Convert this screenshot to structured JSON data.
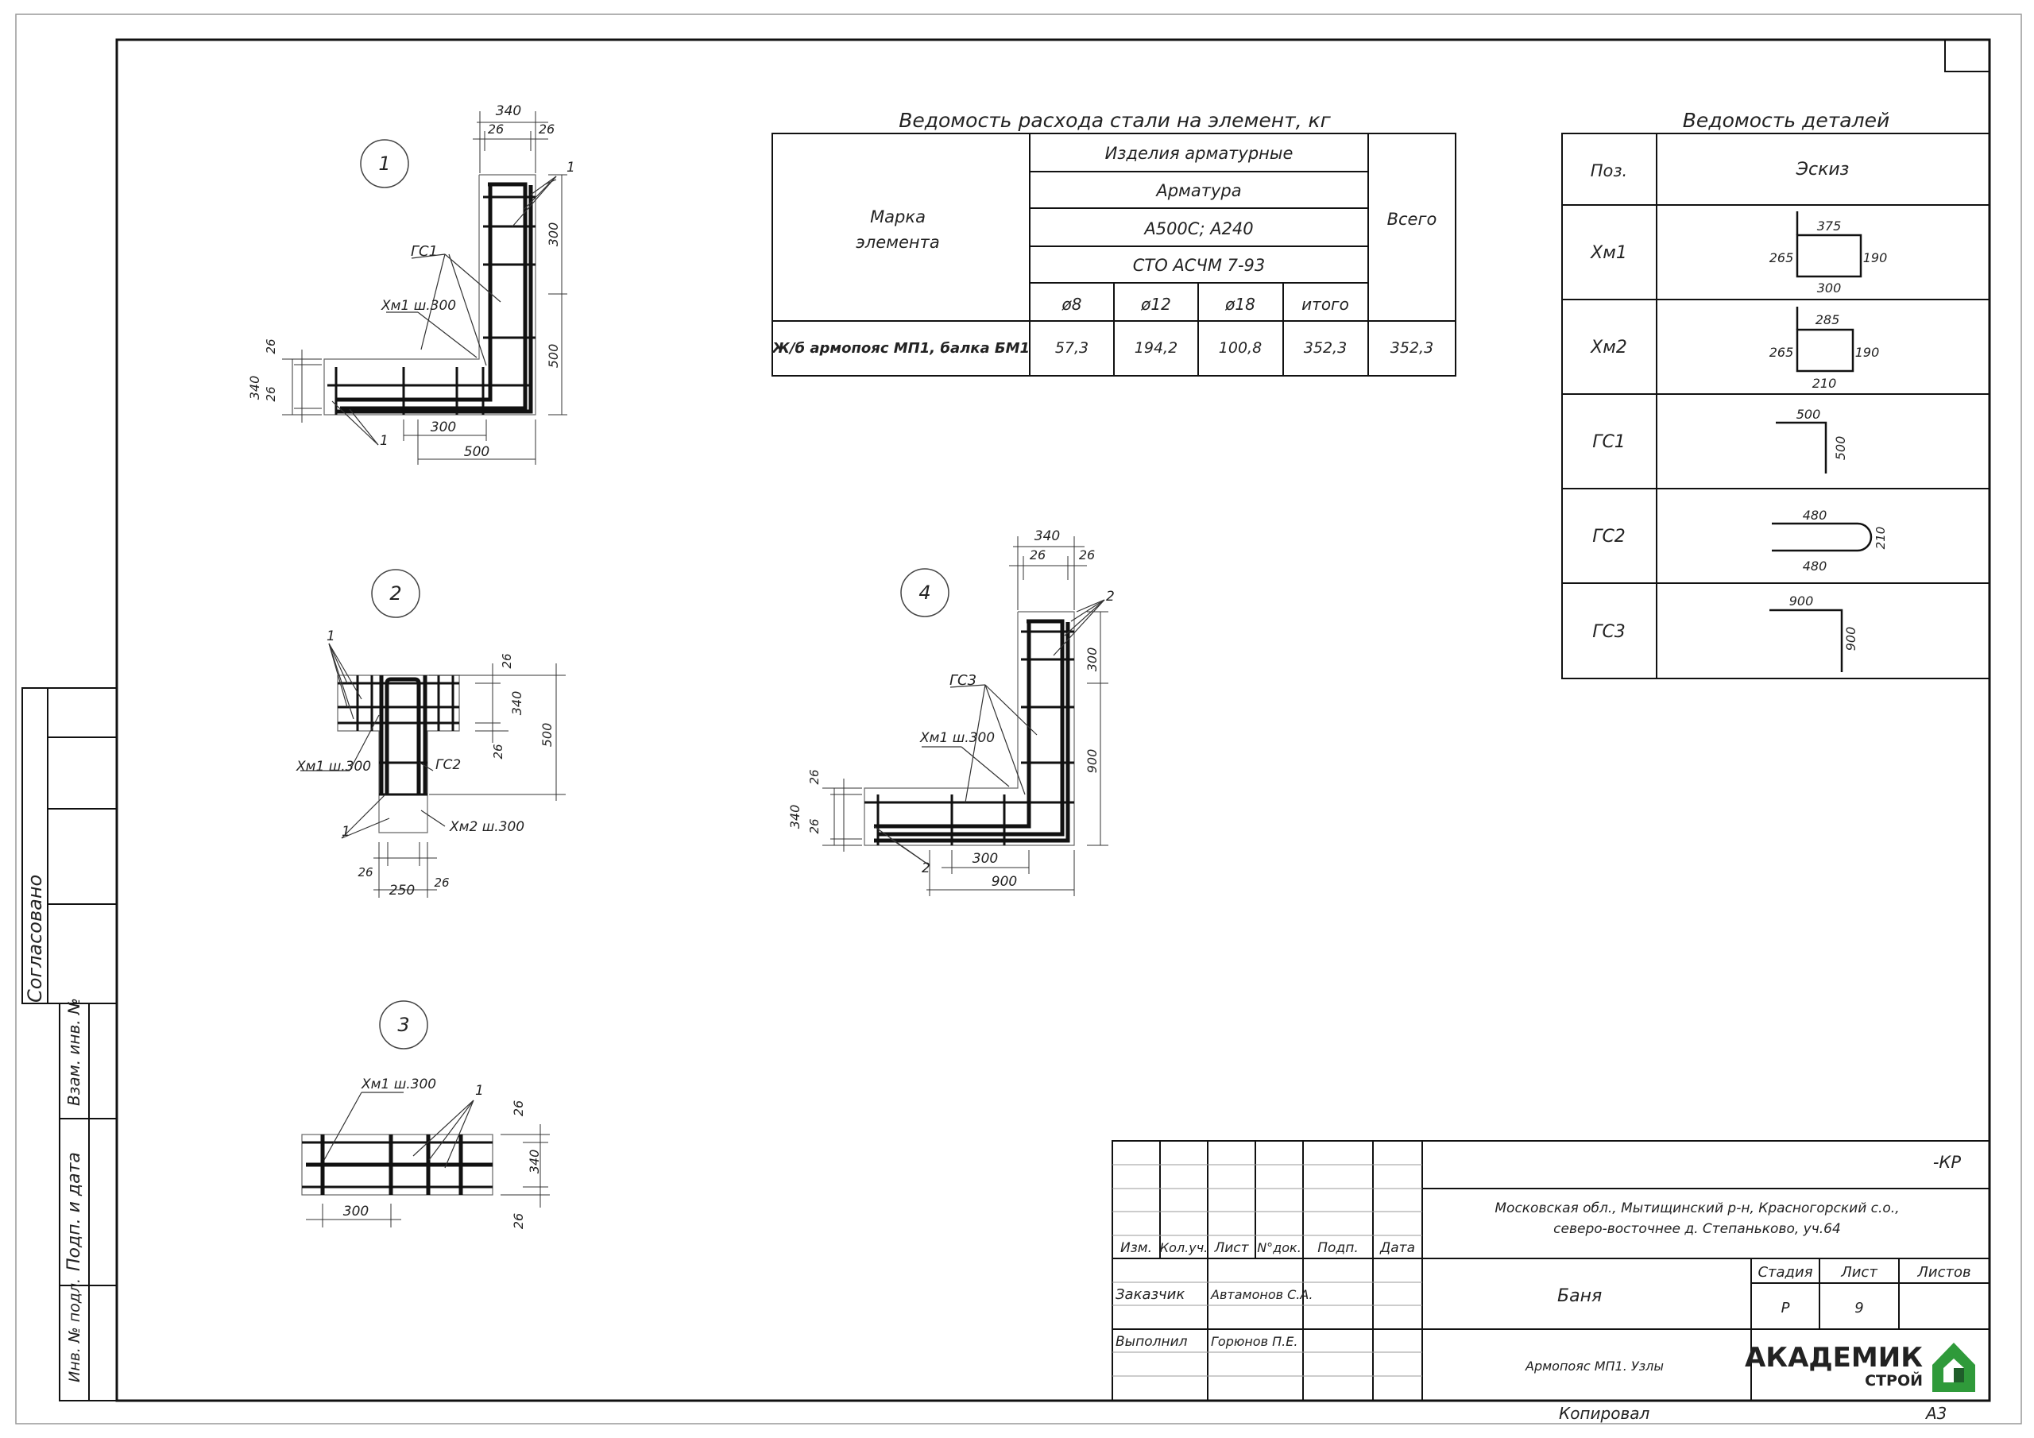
{
  "sheet": {
    "side_stamp": {
      "agreed": "Согласовано",
      "replace_inv": "Взам. инв. №",
      "sign_date": "Подп. и дата",
      "inv_orig": "Инв. № подл."
    },
    "copied": "Копировал",
    "format": "А3"
  },
  "steel_table": {
    "title": "Ведомость расхода стали на элемент, кг",
    "col_mark": "Марка\nэлемента",
    "mark_line1": "Марка",
    "mark_line2": "элемента",
    "group": "Изделия арматурные",
    "sub1": "Арматура",
    "sub2": "А500С; А240",
    "sub3": "СТО АСЧМ 7-93",
    "col_total": "Всего",
    "dia": [
      "ø8",
      "ø12",
      "ø18",
      "итого"
    ],
    "row": {
      "name": "Ж/б армопояс МП1, балка БМ1",
      "values": [
        "57,3",
        "194,2",
        "100,8",
        "352,3"
      ],
      "total": "352,3"
    }
  },
  "details_table": {
    "title": "Ведомость деталей",
    "col_pos": "Поз.",
    "col_sketch": "Эскиз",
    "rows": [
      {
        "pos": "Хм1",
        "top": "375",
        "left": "265",
        "right": "190",
        "bottom": "300"
      },
      {
        "pos": "Хм2",
        "top": "285",
        "left": "265",
        "right": "190",
        "bottom": "210"
      },
      {
        "pos": "ГС1",
        "h": "500",
        "v": "500"
      },
      {
        "pos": "ГС2",
        "top": "480",
        "right": "210",
        "bottom": "480"
      },
      {
        "pos": "ГС3",
        "h": "900",
        "v": "900"
      }
    ]
  },
  "nodes": {
    "n1": {
      "num": "1",
      "d340": "340",
      "d26a": "26",
      "d26b": "26",
      "d300v": "300",
      "d500v": "500",
      "d340v": "340",
      "d26c": "26",
      "d26d": "26",
      "d300h": "300",
      "d500h": "500",
      "gs": "ГС1",
      "xm": "Хм1 ш.300",
      "p1a": "1",
      "p1b": "1"
    },
    "n2": {
      "num": "2",
      "d26a": "26",
      "d340": "340",
      "d26b": "26",
      "d500": "500",
      "d26c": "26",
      "d250": "250",
      "d26d": "26",
      "p1a": "1",
      "p1b": "1",
      "xm1": "Хм1 ш.300",
      "gs2": "ГС2",
      "xm2": "Хм2 ш.300"
    },
    "n3": {
      "num": "3",
      "xm": "Хм1 ш.300",
      "p1": "1",
      "d26a": "26",
      "d340": "340",
      "d26b": "26",
      "d300": "300"
    },
    "n4": {
      "num": "4",
      "d340": "340",
      "d26a": "26",
      "d26b": "26",
      "d300v": "300",
      "d900v": "900",
      "d26c": "26",
      "d340v": "340",
      "d26d": "26",
      "d300h": "300",
      "d900h": "900",
      "gs": "ГС3",
      "xm": "Хм1 ш.300",
      "p2a": "2",
      "p2b": "2"
    }
  },
  "title_block": {
    "code": "-КР",
    "address_line1": "Московская обл., Мытищинский р-н, Красногорский с.о.,",
    "address_line2": "северо-восточнее д. Степаньково, уч.64",
    "head": [
      "Изм.",
      "Кол.уч.",
      "Лист",
      "N°док.",
      "Подп.",
      "Дата"
    ],
    "customer_label": "Заказчик",
    "customer_name": "Автамонов С.А.",
    "performer_label": "Выполнил",
    "performer_name": "Горюнов П.Е.",
    "object": "Баня",
    "stage_label": "Стадия",
    "sheet_label": "Лист",
    "sheets_label": "Листов",
    "stage": "Р",
    "sheet": "9",
    "sheet_title": "Армопояс МП1. Узлы",
    "logo_main": "АКАДЕМИК",
    "logo_sub": "СТРОЙ",
    "logo_green": "#2f9a3a",
    "logo_dark": "#1f5e2a"
  }
}
